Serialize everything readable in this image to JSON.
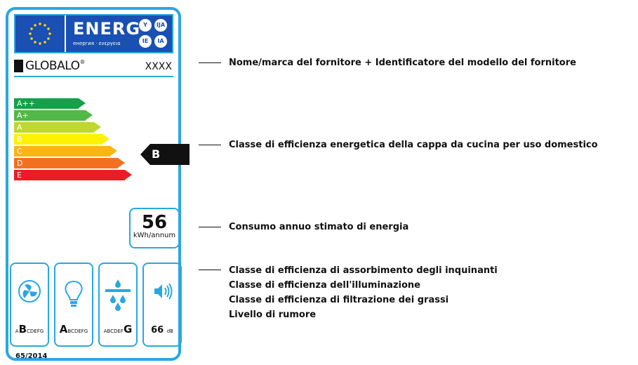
{
  "label": {
    "energy_word": "ENERG",
    "energy_subtitle": "енергия · ενεργεια",
    "lang_badges": [
      "Y",
      "IJA",
      "IE",
      "IA"
    ],
    "brand": "GLOBALO",
    "brand_mark": "®",
    "model": "XXXX",
    "scale": [
      {
        "label": "A++",
        "color": "#13a14a"
      },
      {
        "label": "A+",
        "color": "#52b847"
      },
      {
        "label": "A",
        "color": "#bfd730"
      },
      {
        "label": "B",
        "color": "#fff200"
      },
      {
        "label": "C",
        "color": "#fbb614"
      },
      {
        "label": "D",
        "color": "#f37021"
      },
      {
        "label": "E",
        "color": "#ed1c24"
      }
    ],
    "current_class": "B",
    "consumption_value": "56",
    "consumption_unit": "kWh/annum",
    "icons": [
      {
        "icon": "fan-icon",
        "scale_prefix": "A",
        "scale_bold": "B",
        "scale_suffix": "CDEFG"
      },
      {
        "icon": "lightbulb-icon",
        "scale_prefix": "",
        "scale_bold": "A",
        "scale_suffix": "BCDEFG"
      },
      {
        "icon": "grease-filter-icon",
        "scale_prefix": "ABCDEF",
        "scale_bold": "G",
        "scale_suffix": ""
      },
      {
        "icon": "speaker-icon",
        "noise_value": "66",
        "noise_unit": "dB"
      }
    ],
    "regulation": "65/2014"
  },
  "annotations": {
    "supplier": "Nome/marca del fornitore + Identificatore del modello del fornitore",
    "efficiency_class": "Classe di efficienza energetica della cappa da cucina per uso domestico",
    "consumption": "Consumo annuo stimato di energia",
    "group": [
      "Classe di efficienza di assorbimento degli inquinanti",
      "Classe di efficienza dell'illuminazione",
      "Classe di efficienza di filtrazione dei grassi",
      "Livello di rumore"
    ]
  },
  "colors": {
    "border": "#2aa7e0",
    "eu_blue": "#1a4fb3"
  }
}
